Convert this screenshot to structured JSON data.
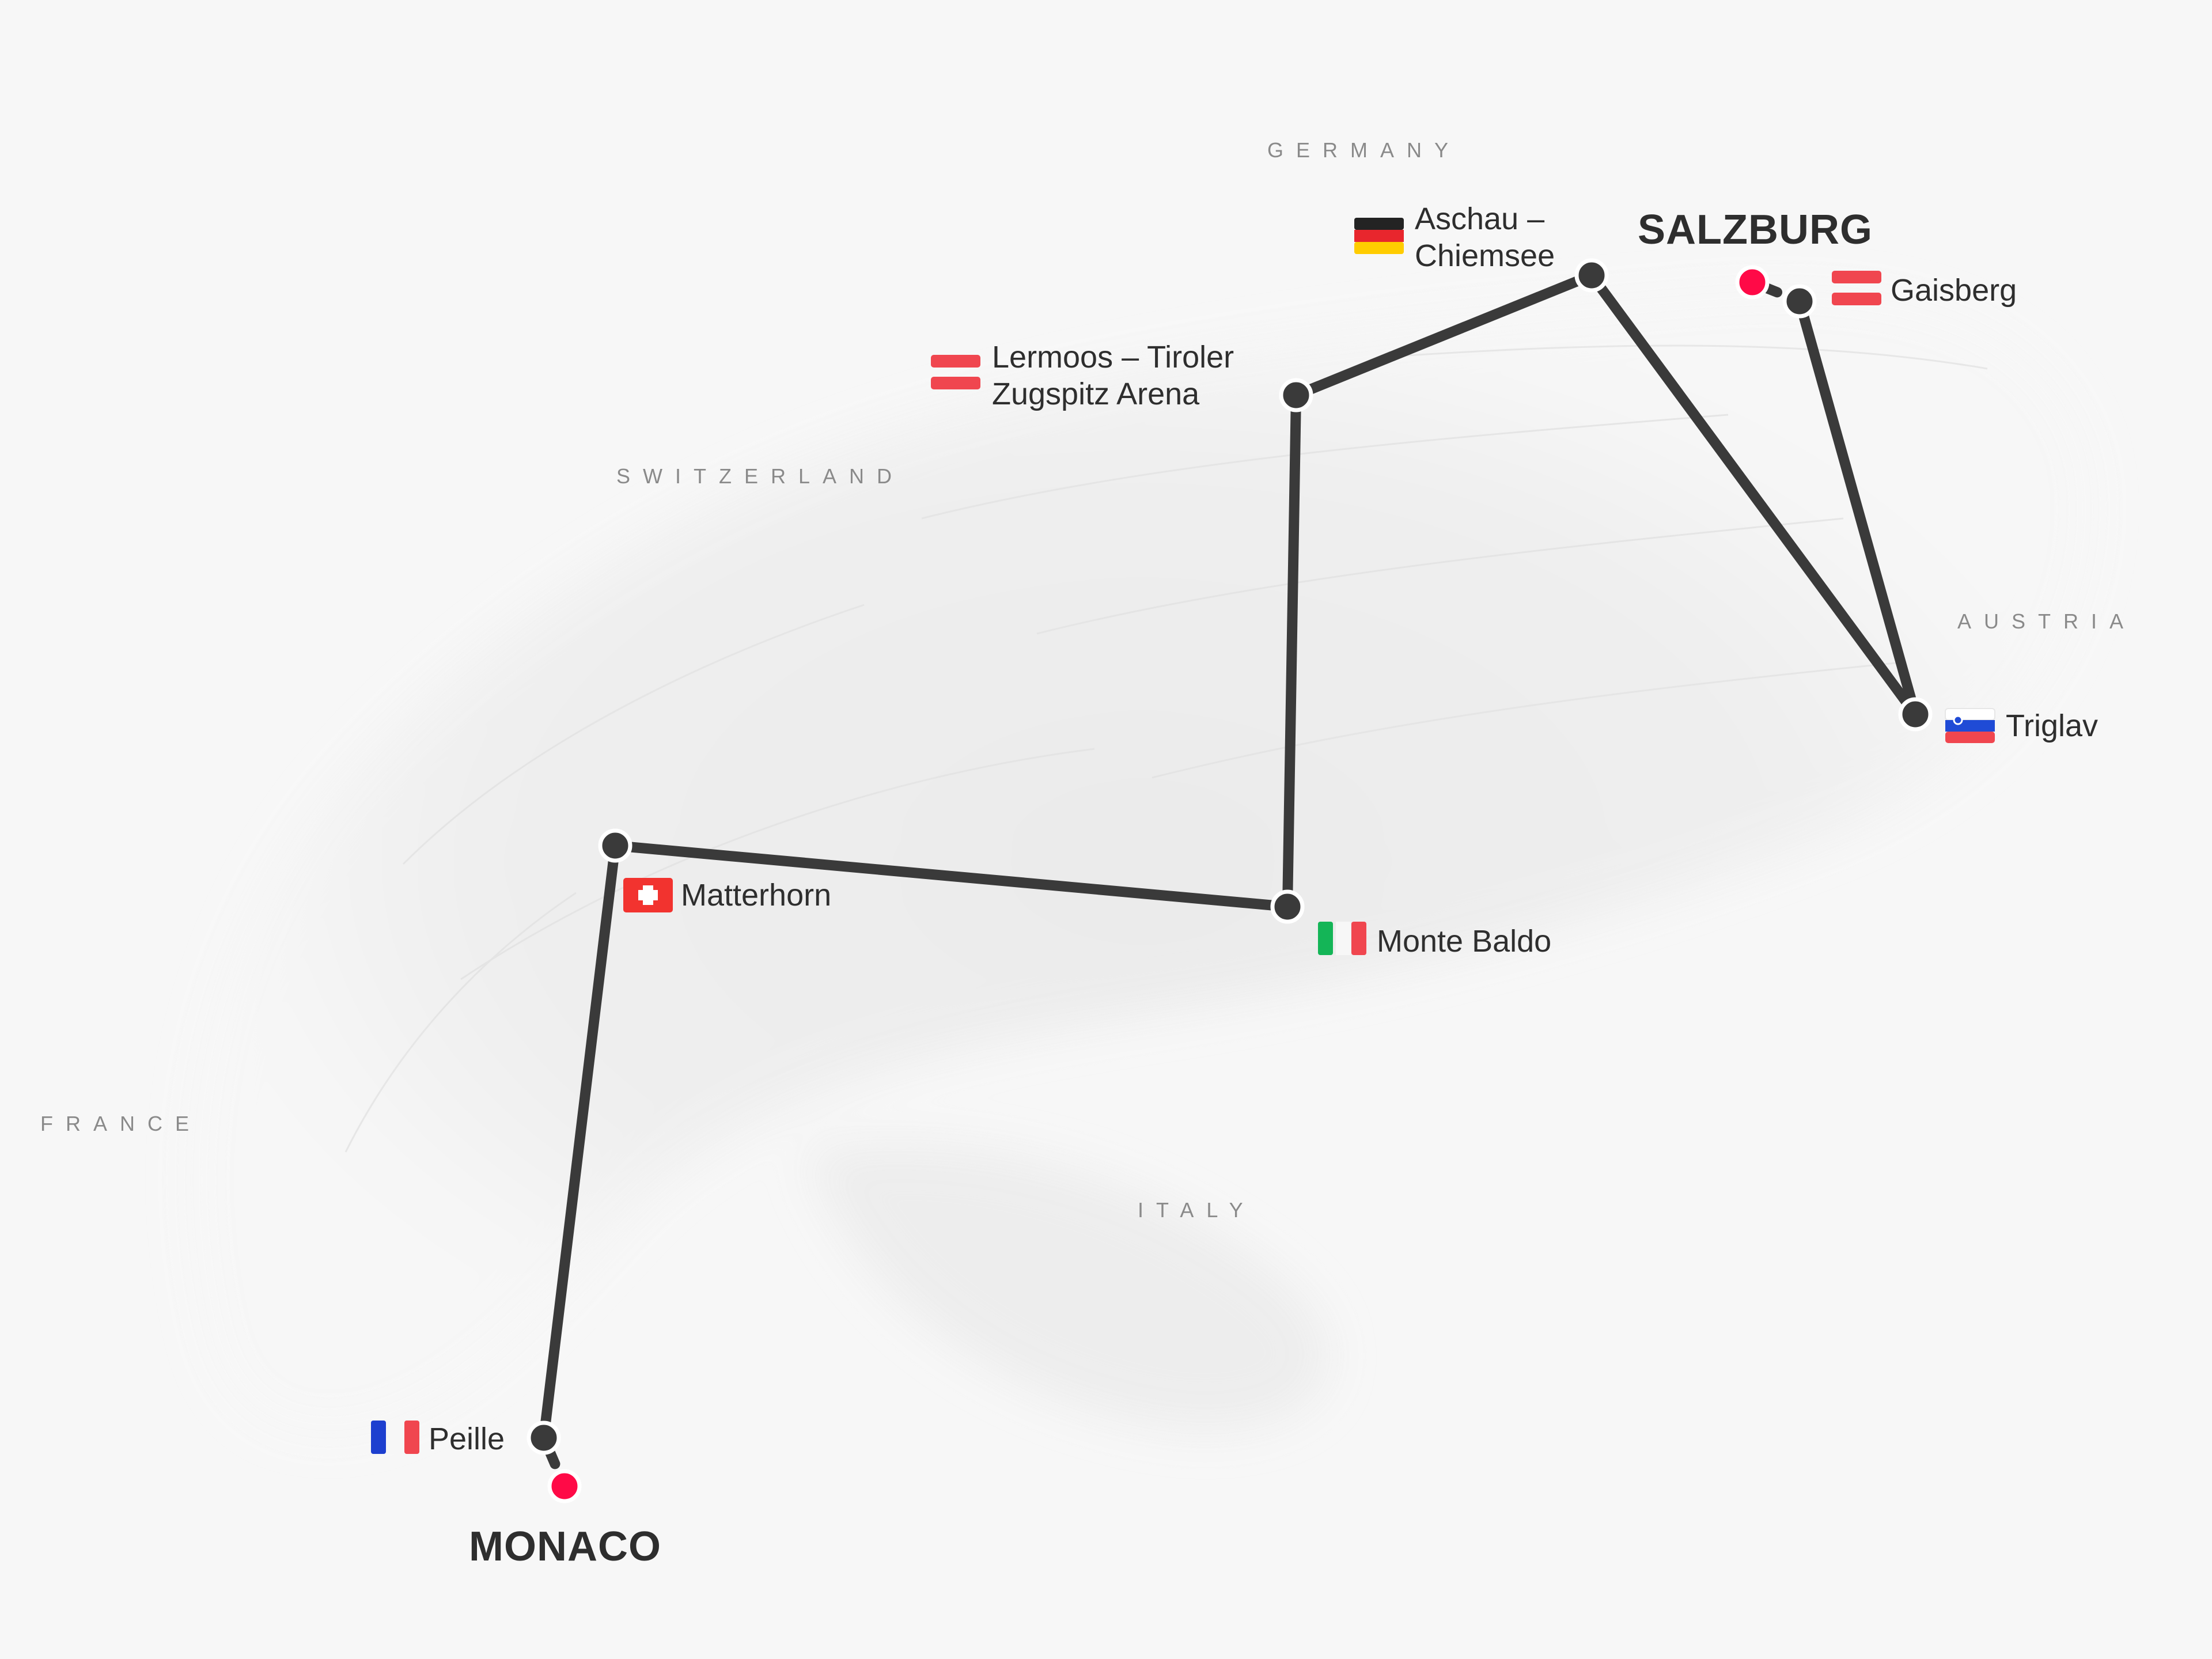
{
  "countries": {
    "germany": "GERMANY",
    "switzerland": "SWITZERLAND",
    "austria": "AUSTRIA",
    "france": "FRANCE",
    "italy": "ITALY"
  },
  "cities": {
    "salzburg": "SALZBURG",
    "monaco": "MONACO"
  },
  "stops": {
    "aschau_line1": "Aschau –",
    "aschau_line2": "Chiemsee",
    "lermoos_line1": "Lermoos – Tiroler",
    "lermoos_line2": "Zugspitz Arena",
    "gaisberg": "Gaisberg",
    "triglav": "Triglav",
    "matterhorn": "Matterhorn",
    "monte_baldo": "Monte Baldo",
    "peille": "Peille"
  },
  "icons": {
    "germany_flag": "flag-germany-icon",
    "austria_flag": "flag-austria-icon",
    "slovenia_flag": "flag-slovenia-icon",
    "switzerland_flag": "flag-switzerland-icon",
    "italy_flag": "flag-italy-icon",
    "france_flag": "flag-france-icon"
  },
  "colors": {
    "route": "#3a3a3a",
    "endpoint": "#ff0a47",
    "flag_red": "#f0464f",
    "background": "#f7f7f7"
  }
}
